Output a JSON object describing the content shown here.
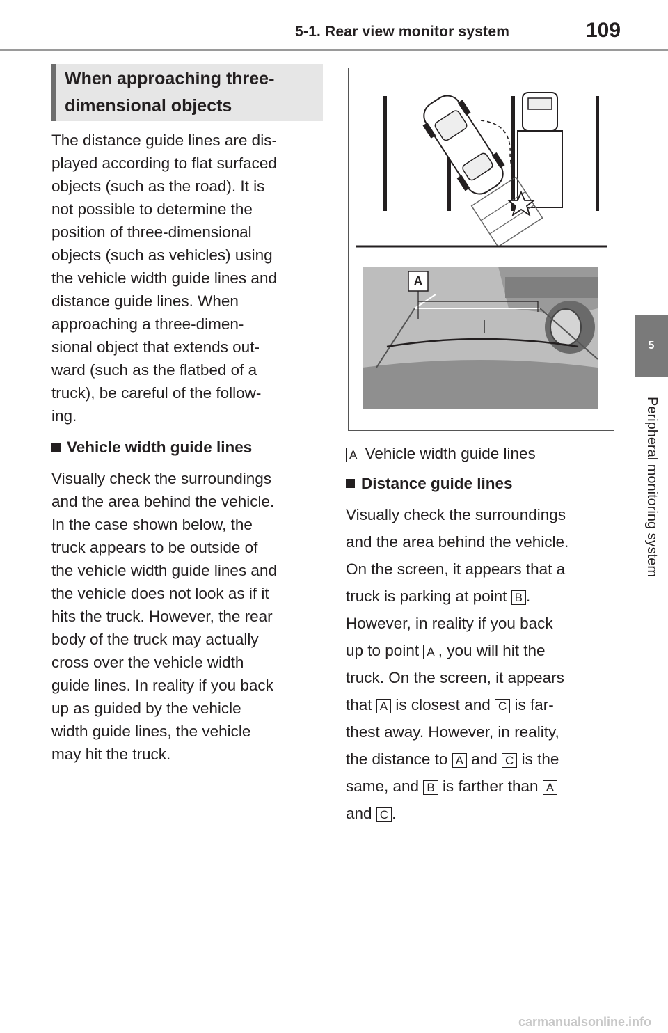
{
  "header": {
    "title": "5-1. Rear view monitor system",
    "page_number": "109"
  },
  "side_tab": {
    "chapter_number": "5",
    "chapter_label": "Peripheral monitoring system"
  },
  "section": {
    "title_line1": "When approaching three-",
    "title_line2": "dimensional objects"
  },
  "left_column": {
    "intro": [
      "The distance guide lines are dis-",
      "played according to flat surfaced",
      "objects (such as the road). It is",
      "not possible to determine the",
      "position of three-dimensional",
      "objects (such as vehicles) using",
      "the vehicle width guide lines and",
      "distance guide lines. When",
      "approaching a three-dimen-",
      "sional object that extends out-",
      "ward (such as the flatbed of a",
      "truck), be careful of the follow-",
      "ing."
    ],
    "subheading": "Vehicle width guide lines",
    "body": [
      "Visually check the surroundings",
      "and the area behind the vehicle.",
      "In the case shown below, the",
      "truck appears to be outside of",
      "the vehicle width guide lines and",
      "the vehicle does not look as if it",
      "hits the truck. However, the rear",
      "body of the truck may actually",
      "cross over the vehicle width",
      "guide lines. In reality if you back",
      "up as guided by the vehicle",
      "width guide lines, the vehicle",
      "may hit the truck."
    ]
  },
  "figure": {
    "callout": "A"
  },
  "right_column": {
    "legend_label": "A",
    "legend_text": "Vehicle width guide lines",
    "subheading": "Distance guide lines",
    "line1": "Visually check the surroundings",
    "line2": "and the area behind the vehicle.",
    "line3": "On the screen, it appears that a",
    "line4_text": "truck is parking at point",
    "line4_tag": "B",
    "line4_end": ".",
    "line5": "However, in reality if you back",
    "line6_text": "up to point",
    "line6_tag": "A",
    "line6_end": ", you will hit the",
    "line7": "truck. On the screen, it appears",
    "line8_a": "that",
    "line8_tag1": "A",
    "line8_b": "is closest and",
    "line8_tag2": "C",
    "line8_c": "is far-",
    "line9": "thest away. However, in reality,",
    "line10_a": "the distance to",
    "line10_tag1": "A",
    "line10_b": "and",
    "line10_tag2": "C",
    "line10_c": "is the",
    "line11_a": "same, and",
    "line11_tag1": "B",
    "line11_b": "is farther than",
    "line11_tag2": "A",
    "line12_a": "and",
    "line12_tag": "C",
    "line12_end": "."
  },
  "watermark": "carmanualsonline.info"
}
